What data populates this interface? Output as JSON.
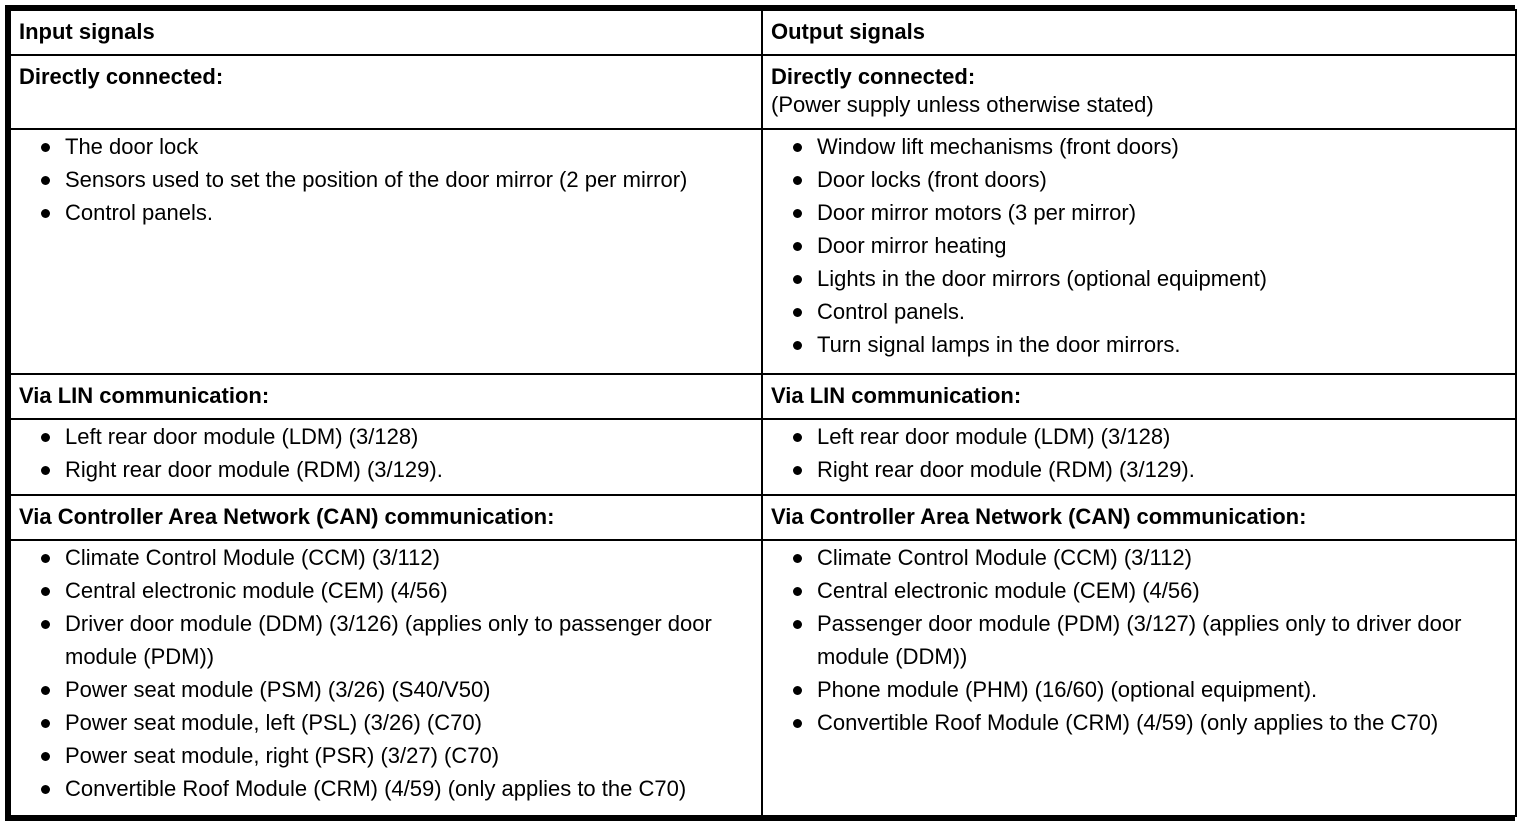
{
  "table": {
    "columns": [
      {
        "header": "Input signals"
      },
      {
        "header": "Output signals"
      }
    ],
    "sections": [
      {
        "name": "directly-connected",
        "left": {
          "heading": "Directly connected:",
          "subheading": "",
          "items": [
            "The door lock",
            "Sensors used to set the position of the door mirror (2 per mirror)",
            "Control panels."
          ]
        },
        "right": {
          "heading": "Directly connected:",
          "subheading": "(Power supply unless otherwise stated)",
          "items": [
            "Window lift mechanisms (front doors)",
            "Door locks (front doors)",
            "Door mirror motors (3 per mirror)",
            "Door mirror heating",
            "Lights in the door mirrors (optional equipment)",
            "Control panels.",
            "Turn signal lamps in the door mirrors."
          ]
        }
      },
      {
        "name": "lin-communication",
        "left": {
          "heading": "Via LIN communication:",
          "items": [
            "Left rear door module (LDM) (3/128)",
            "Right rear door module (RDM) (3/129)."
          ]
        },
        "right": {
          "heading": "Via LIN communication:",
          "items": [
            "Left rear door module (LDM) (3/128)",
            "Right rear door module (RDM) (3/129)."
          ]
        }
      },
      {
        "name": "can-communication",
        "left": {
          "heading": "Via Controller Area Network (CAN) communication:",
          "items": [
            "Climate Control Module (CCM) (3/112)",
            "Central electronic module (CEM) (4/56)",
            "Driver door module (DDM) (3/126) (applies only to passenger door module (PDM))",
            "Power seat module (PSM) (3/26) (S40/V50)",
            "Power seat module, left (PSL) (3/26) (C70)",
            "Power seat module, right (PSR) (3/27) (C70)",
            "Convertible Roof Module (CRM) (4/59) (only applies to the C70)"
          ]
        },
        "right": {
          "heading": "Via Controller Area Network (CAN) communication:",
          "items": [
            "Climate Control Module (CCM) (3/112)",
            "Central electronic module (CEM) (4/56)",
            "Passenger door module (PDM) (3/127) (applies only to driver door module (DDM))",
            "Phone module (PHM) (16/60) (optional equipment).",
            "Convertible Roof Module (CRM) (4/59) (only applies to the C70)"
          ]
        }
      }
    ]
  }
}
